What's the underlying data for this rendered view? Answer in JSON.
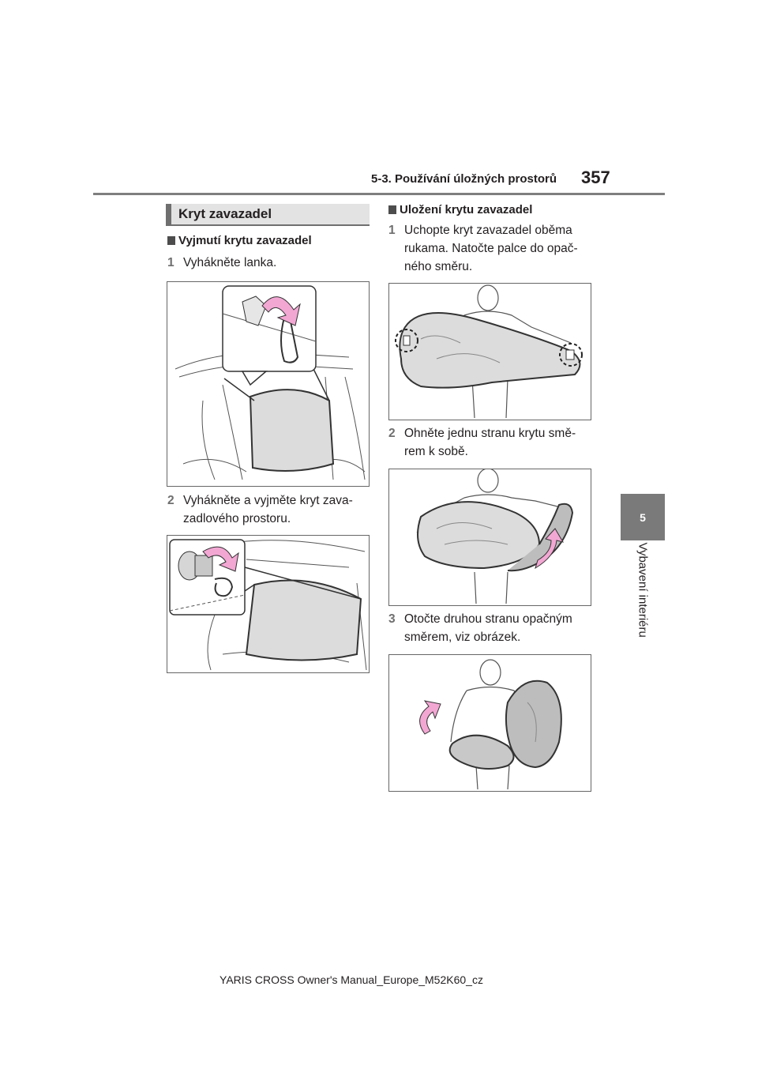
{
  "header": {
    "section_title": "5-3. Používání úložných prostorů",
    "page_number": "357"
  },
  "side_tab": {
    "chapter_number": "5",
    "chapter_title": "Vybavení interiéru"
  },
  "left_column": {
    "section_heading": "Kryt zavazadel",
    "subheading": "Vyjmutí krytu zavazadel",
    "steps": [
      {
        "num": "1",
        "lines": [
          "Vyhákněte lanka."
        ]
      },
      {
        "num": "2",
        "lines": [
          "Vyhákněte a vyjměte kryt zava-",
          "zadlového prostoru."
        ]
      }
    ]
  },
  "right_column": {
    "subheading": "Uložení krytu zavazadel",
    "steps": [
      {
        "num": "1",
        "lines": [
          "Uchopte kryt zavazadel oběma",
          "rukama. Natočte palce do opač-",
          "ného směru."
        ]
      },
      {
        "num": "2",
        "lines": [
          "Ohněte jednu stranu krytu smě-",
          "rem k sobě."
        ]
      },
      {
        "num": "3",
        "lines": [
          "Otočte druhou stranu opačným",
          "směrem, viz obrázek."
        ]
      }
    ]
  },
  "footer": {
    "text": "YARIS CROSS Owner's Manual_Europe_M52K60_cz"
  },
  "colors": {
    "accent_gray": "#6f6f6f",
    "heading_bg": "#e3e3e3",
    "arrow_pink": "#f2a7d3",
    "cover_fill": "#dcdcdc"
  }
}
